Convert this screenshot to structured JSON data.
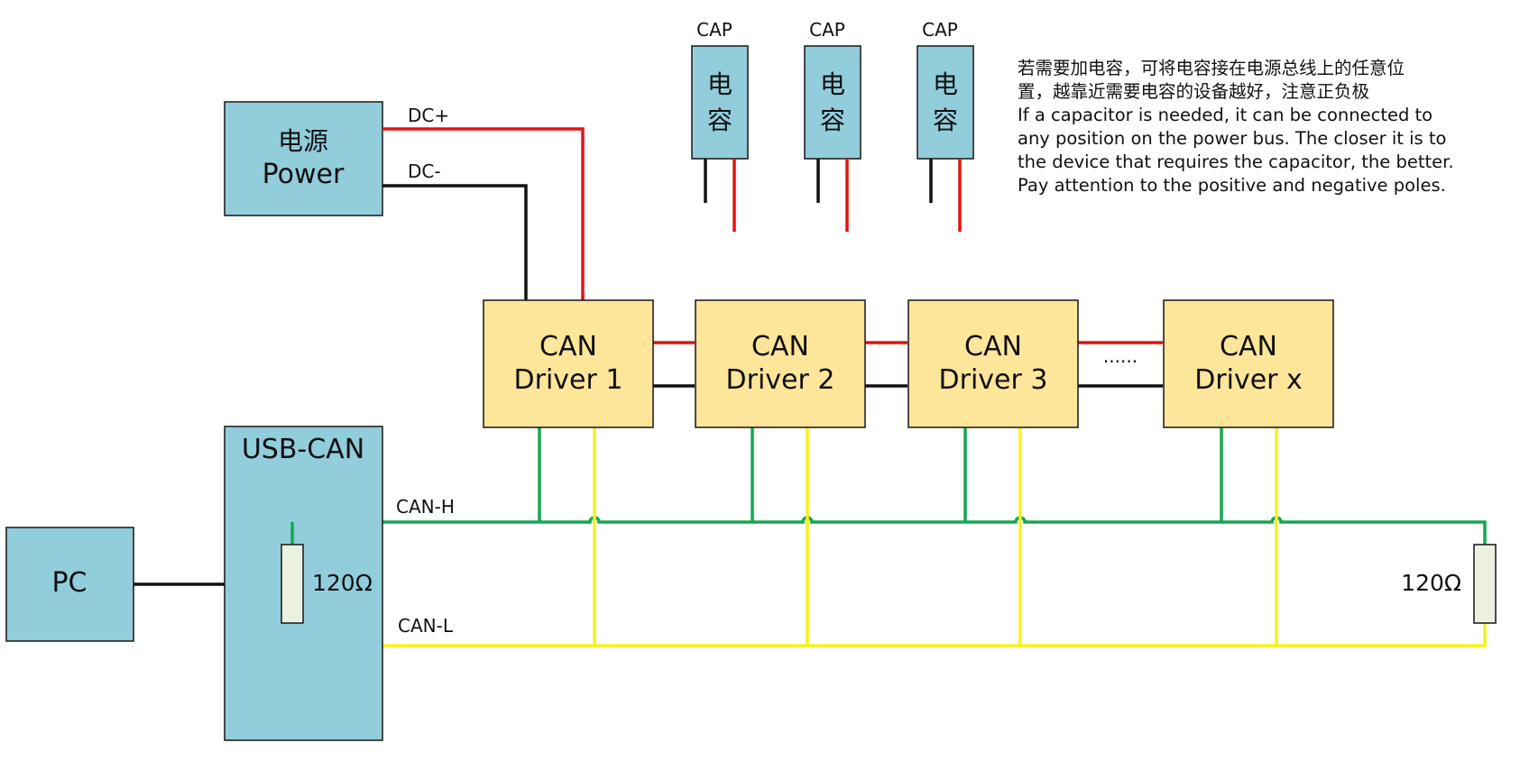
{
  "power": {
    "line1": "电源",
    "line2": "Power"
  },
  "labels": {
    "dc_plus": "DC+",
    "dc_minus": "DC-",
    "can_h": "CAN-H",
    "can_l": "CAN-L",
    "ellipsis": "......"
  },
  "caps": [
    {
      "label": "CAP",
      "char1": "电",
      "char2": "容"
    },
    {
      "label": "CAP",
      "char1": "电",
      "char2": "容"
    },
    {
      "label": "CAP",
      "char1": "电",
      "char2": "容"
    }
  ],
  "drivers": [
    {
      "line1": "CAN",
      "line2": "Driver 1"
    },
    {
      "line1": "CAN",
      "line2": "Driver 2"
    },
    {
      "line1": "CAN",
      "line2": "Driver 3"
    },
    {
      "line1": "CAN",
      "line2": "Driver x"
    }
  ],
  "usb_can": "USB-CAN",
  "pc": "PC",
  "resistor_left": "120Ω",
  "resistor_right": "120Ω",
  "note": {
    "cn_line1": "若需要加电容，可将电容接在电源总线上的任意位",
    "cn_line2": "置，越靠近需要电容的设备越好，注意正负极",
    "en_line1": "If a capacitor is needed, it can be connected to",
    "en_line2": "any position on the power bus. The closer it is to",
    "en_line3": "the device that requires the capacitor, the better.",
    "en_line4": "Pay attention to the positive and negative poles."
  },
  "colors": {
    "box_blue": "#92cddc",
    "box_yellow": "#fde59a",
    "wire_red": "#e0140f",
    "wire_black": "#111111",
    "wire_green": "#14a850",
    "wire_yellow": "#f6f21c",
    "resistor": "#ebf1de"
  }
}
